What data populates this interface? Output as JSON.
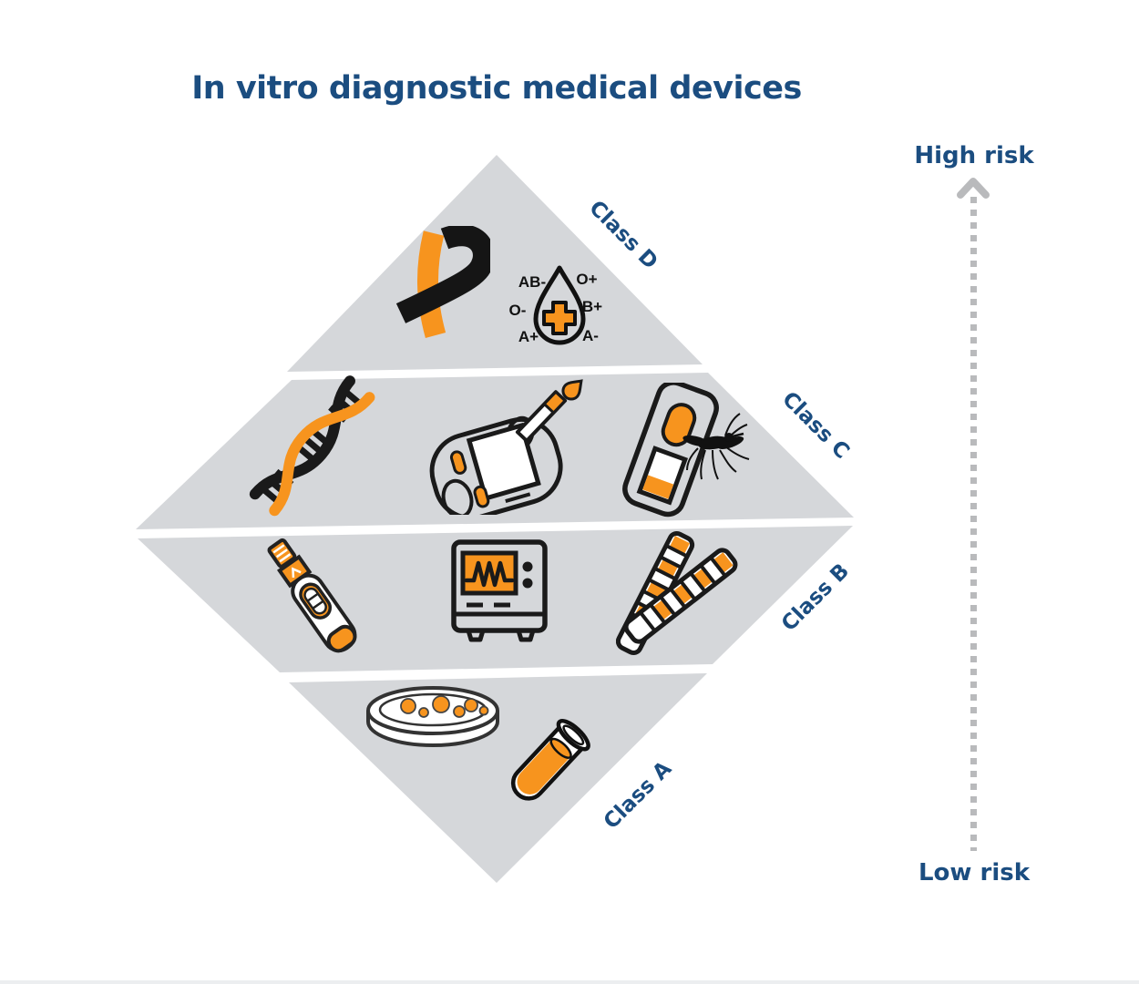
{
  "title": "In vitro diagnostic medical devices",
  "risk_axis": {
    "high": "High risk",
    "low": "Low risk"
  },
  "classes": [
    {
      "label": "Class D",
      "icons": [
        "awareness-ribbon",
        "blood-drop-blood-types"
      ]
    },
    {
      "label": "Class C",
      "icons": [
        "dna-helix",
        "glucose-meter",
        "test-cassette",
        "mosquito"
      ]
    },
    {
      "label": "Class B",
      "icons": [
        "self-test-device",
        "analyzer-machine",
        "test-strips"
      ]
    },
    {
      "label": "Class A",
      "icons": [
        "petri-dish",
        "test-tube"
      ]
    }
  ],
  "blood_types": {
    "ab_neg": "AB-",
    "o_pos": "O+",
    "o_neg": "O-",
    "b_pos": "B+",
    "a_pos": "A+",
    "a_neg": "A-"
  },
  "colors": {
    "navy": "#1b4d80",
    "orange": "#f7941e",
    "band_grey": "#d5d7da",
    "ink": "#1a1a1a",
    "arrow_grey": "#b9babc"
  }
}
